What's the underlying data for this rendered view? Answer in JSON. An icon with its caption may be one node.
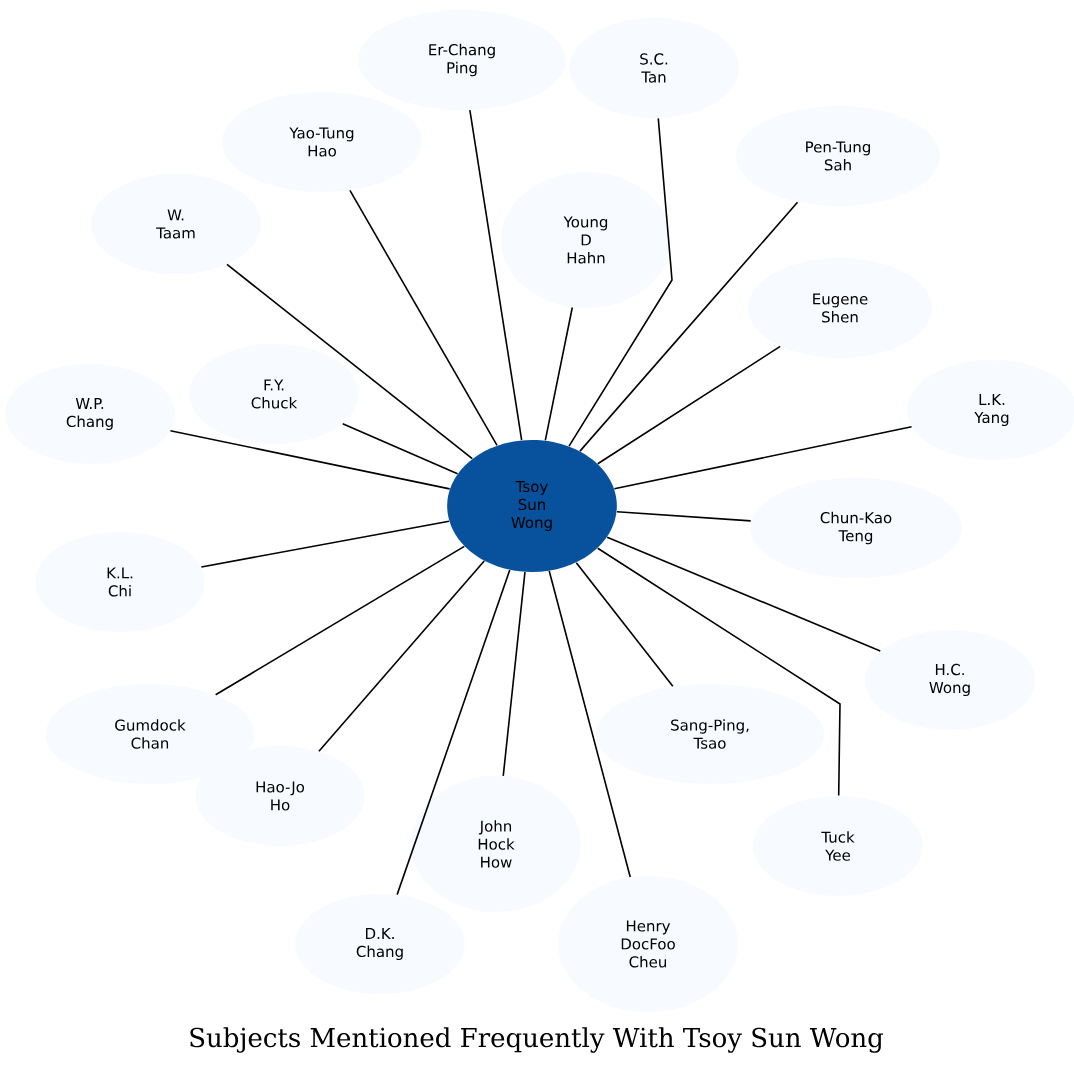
{
  "diagram": {
    "title": "Subjects Mentioned Frequently With Tsoy Sun Wong",
    "nodes": [
      {
        "text": [
          "Tsoy Sun Wong"
        ]
      },
      {
        "text": [
          "Er-Chang Ping"
        ]
      },
      {
        "text": [
          "S.C. Tan"
        ]
      },
      {
        "text": [
          "Yao-Tung Hao"
        ]
      },
      {
        "text": [
          "Young D Hahn"
        ]
      },
      {
        "text": [
          "Pen-Tung Sah"
        ]
      },
      {
        "text": [
          "W. Taam"
        ]
      },
      {
        "text": [
          "Eugene Shen"
        ]
      },
      {
        "text": [
          "F.Y. Chuck"
        ]
      },
      {
        "text": [
          "W.P. Chang"
        ]
      },
      {
        "text": [
          "L.K. Yang"
        ]
      },
      {
        "text": [
          "Chun-Kao Teng"
        ]
      },
      {
        "text": [
          "K.L. Chi"
        ]
      },
      {
        "text": [
          "H.C. Wong"
        ]
      },
      {
        "text": [
          "Gumdock Chan"
        ]
      },
      {
        "text": [
          "Sang-Ping, Tsao"
        ]
      },
      {
        "text": [
          "Hao-Jo Ho"
        ]
      },
      {
        "text": [
          "John Hock How"
        ]
      },
      {
        "text": [
          "Tuck Yee"
        ]
      },
      {
        "text": [
          "D.K. Chang"
        ]
      },
      {
        "text": [
          "Henry DocFoo Cheu"
        ]
      }
    ],
    "edges": [
      {
        "from": 0,
        "to": 1,
        "arrow": "none"
      },
      {
        "from": 0,
        "to": 2,
        "arrow": "none"
      },
      {
        "from": 0,
        "to": 3,
        "arrow": "none"
      },
      {
        "from": 0,
        "to": 4,
        "arrow": "none"
      },
      {
        "from": 0,
        "to": 5,
        "arrow": "none"
      },
      {
        "from": 0,
        "to": 6,
        "arrow": "none"
      },
      {
        "from": 0,
        "to": 7,
        "arrow": "none"
      },
      {
        "from": 0,
        "to": 8,
        "arrow": "none"
      },
      {
        "from": 0,
        "to": 9,
        "arrow": "none"
      },
      {
        "from": 0,
        "to": 10,
        "arrow": "none"
      },
      {
        "from": 0,
        "to": 11,
        "arrow": "none"
      },
      {
        "from": 0,
        "to": 12,
        "arrow": "none"
      },
      {
        "from": 0,
        "to": 13,
        "arrow": "none"
      },
      {
        "from": 0,
        "to": 14,
        "arrow": "none"
      },
      {
        "from": 0,
        "to": 15,
        "arrow": "none"
      },
      {
        "from": 0,
        "to": 16,
        "arrow": "none"
      },
      {
        "from": 0,
        "to": 17,
        "arrow": "none"
      },
      {
        "from": 0,
        "to": 18,
        "arrow": "none"
      },
      {
        "from": 0,
        "to": 19,
        "arrow": "none"
      },
      {
        "from": 0,
        "to": 20,
        "arrow": "none"
      }
    ]
  }
}
